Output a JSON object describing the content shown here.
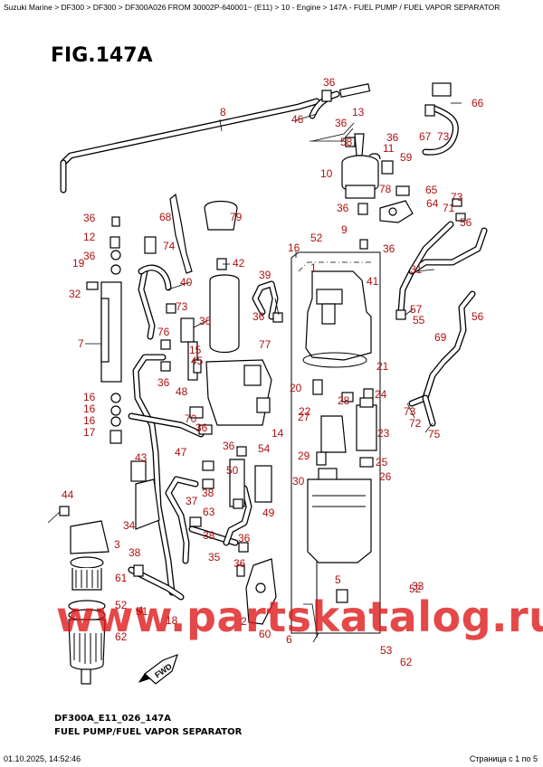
{
  "header": {
    "breadcrumb": "Suzuki Marine > DF300 > DF300 > DF300A026 FROM 30002P-640001~ (E11) > 10 - Engine > 147A - FUEL PUMP / FUEL VAPOR SEPARATOR"
  },
  "figure": {
    "title": "FIG.147A",
    "code": "DF300A_E11_026_147A",
    "caption": "FUEL PUMP/FUEL VAPOR SEPARATOR",
    "direction_label": "FWD"
  },
  "watermark": "www.partskatalog.ru",
  "footer": {
    "printed_at": "01.10.2025, 14:52:46",
    "page": "Страница с 1 по 5"
  },
  "colors": {
    "callout": "#b01010",
    "watermark": "#dc1414"
  },
  "callouts": [
    "36",
    "8",
    "46",
    "13",
    "36",
    "66",
    "36",
    "58",
    "11",
    "67",
    "73",
    "10",
    "59",
    "78",
    "65",
    "36",
    "64",
    "73",
    "71",
    "56",
    "36",
    "68",
    "79",
    "36",
    "12",
    "74",
    "52",
    "9",
    "36",
    "16",
    "19",
    "40",
    "42",
    "1",
    "32",
    "39",
    "41",
    "31",
    "57",
    "55",
    "56",
    "73",
    "36",
    "36",
    "7",
    "15",
    "45",
    "77",
    "69",
    "76",
    "36",
    "20",
    "21",
    "48",
    "22",
    "28",
    "24",
    "16",
    "16",
    "70",
    "14",
    "16",
    "17",
    "27",
    "23",
    "73",
    "72",
    "75",
    "36",
    "54",
    "47",
    "43",
    "29",
    "25",
    "36",
    "50",
    "26",
    "30",
    "38",
    "44",
    "36",
    "52",
    "38",
    "49",
    "34",
    "3",
    "38",
    "35",
    "36",
    "61",
    "5",
    "33",
    "52",
    "4",
    "2",
    "60",
    "62",
    "6",
    "53",
    "62",
    "63",
    "51",
    "18",
    "37",
    "36"
  ]
}
